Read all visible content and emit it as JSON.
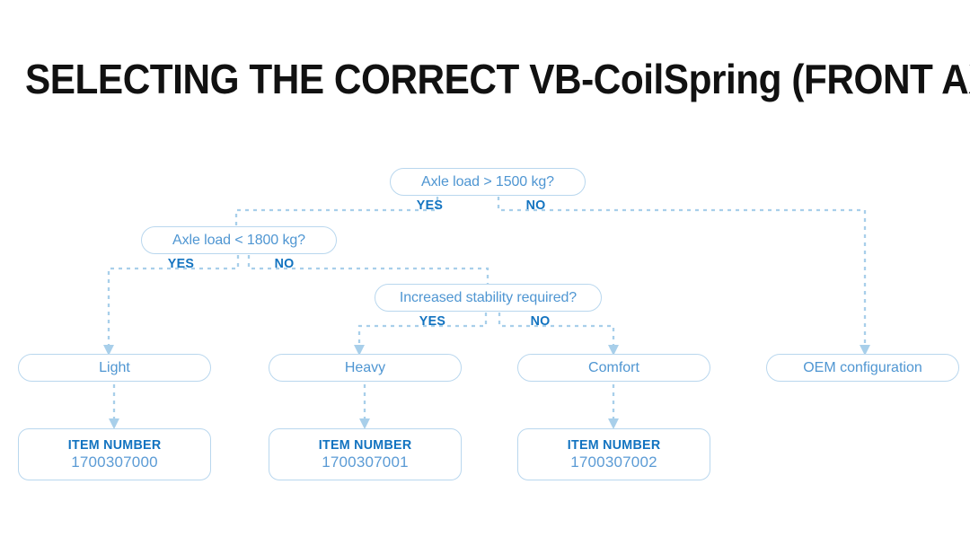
{
  "title": "SELECTING THE CORRECT VB-CoilSpring (FRONT AXLE)",
  "colors": {
    "title_text": "#111111",
    "node_border": "#b9d7ee",
    "node_text": "#4f96d2",
    "branch_label": "#1273c0",
    "item_caption": "#1273c0",
    "item_value": "#5b9bd5",
    "connector": "#a8cfea",
    "background": "#ffffff"
  },
  "decisions": [
    {
      "id": "d1",
      "label": "Axle load > 1500 kg?",
      "yes": "YES",
      "no": "NO"
    },
    {
      "id": "d2",
      "label": "Axle load < 1800 kg?",
      "yes": "YES",
      "no": "NO"
    },
    {
      "id": "d3",
      "label": "Increased stability required?",
      "yes": "YES",
      "no": "NO"
    }
  ],
  "outcomes": [
    {
      "id": "o1",
      "label": "Light"
    },
    {
      "id": "o2",
      "label": "Heavy"
    },
    {
      "id": "o3",
      "label": "Comfort"
    },
    {
      "id": "o4",
      "label": "OEM configuration"
    }
  ],
  "items": [
    {
      "id": "i1",
      "caption": "ITEM NUMBER",
      "value": "1700307000"
    },
    {
      "id": "i2",
      "caption": "ITEM NUMBER",
      "value": "1700307001"
    },
    {
      "id": "i3",
      "caption": "ITEM NUMBER",
      "value": "1700307002"
    }
  ],
  "flow": {
    "type": "decision-tree",
    "edges": [
      {
        "from": "d1",
        "branch": "YES",
        "to": "d2"
      },
      {
        "from": "d1",
        "branch": "NO",
        "to": "o4"
      },
      {
        "from": "d2",
        "branch": "YES",
        "to": "o1"
      },
      {
        "from": "d2",
        "branch": "NO",
        "to": "d3"
      },
      {
        "from": "d3",
        "branch": "YES",
        "to": "o2"
      },
      {
        "from": "d3",
        "branch": "NO",
        "to": "o3"
      },
      {
        "from": "o1",
        "branch": "",
        "to": "i1"
      },
      {
        "from": "o2",
        "branch": "",
        "to": "i2"
      },
      {
        "from": "o3",
        "branch": "",
        "to": "i3"
      }
    ]
  }
}
